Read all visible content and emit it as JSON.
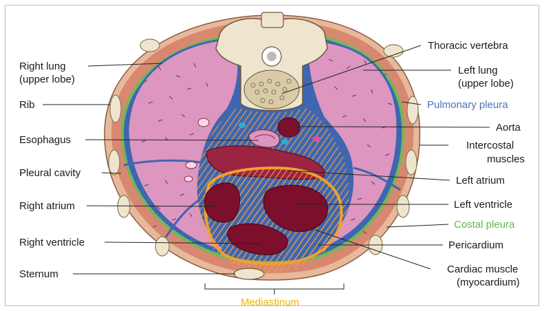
{
  "colors": {
    "lung": "#dc96c0",
    "lung_border": "#3f66b0",
    "pleura_green": "#6fb85a",
    "muscle": "#d88870",
    "skin": "#e8b89a",
    "bone": "#efe5cf",
    "heart_dark": "#7c0f2c",
    "heart_mid": "#b03a58",
    "pericardium": "#f4b860",
    "stripe": "#f2a23a",
    "mediastinum_text": "#f2b400",
    "pulmonary_text": "#4a72b8",
    "costal_text": "#63b54a"
  },
  "labels": {
    "right_lung_1": "Right lung",
    "right_lung_2": "(upper lobe)",
    "rib": "Rib",
    "esophagus": "Esophagus",
    "pleural_cavity": "Pleural cavity",
    "right_atrium": "Right atrium",
    "right_ventricle": "Right ventricle",
    "sternum": "Sternum",
    "mediastinum": "Mediastinum",
    "thoracic_vertebra": "Thoracic vertebra",
    "left_lung_1": "Left lung",
    "left_lung_2": "(upper lobe)",
    "pulmonary_pleura": "Pulmonary pleura",
    "aorta": "Aorta",
    "intercostal_1": "Intercostal",
    "intercostal_2": "muscles",
    "left_atrium": "Left atrium",
    "left_ventricle": "Left ventricle",
    "costal_pleura": "Costal pleura",
    "pericardium": "Pericardium",
    "cardiac_1": "Cardiac muscle",
    "cardiac_2": "(myocardium)"
  }
}
